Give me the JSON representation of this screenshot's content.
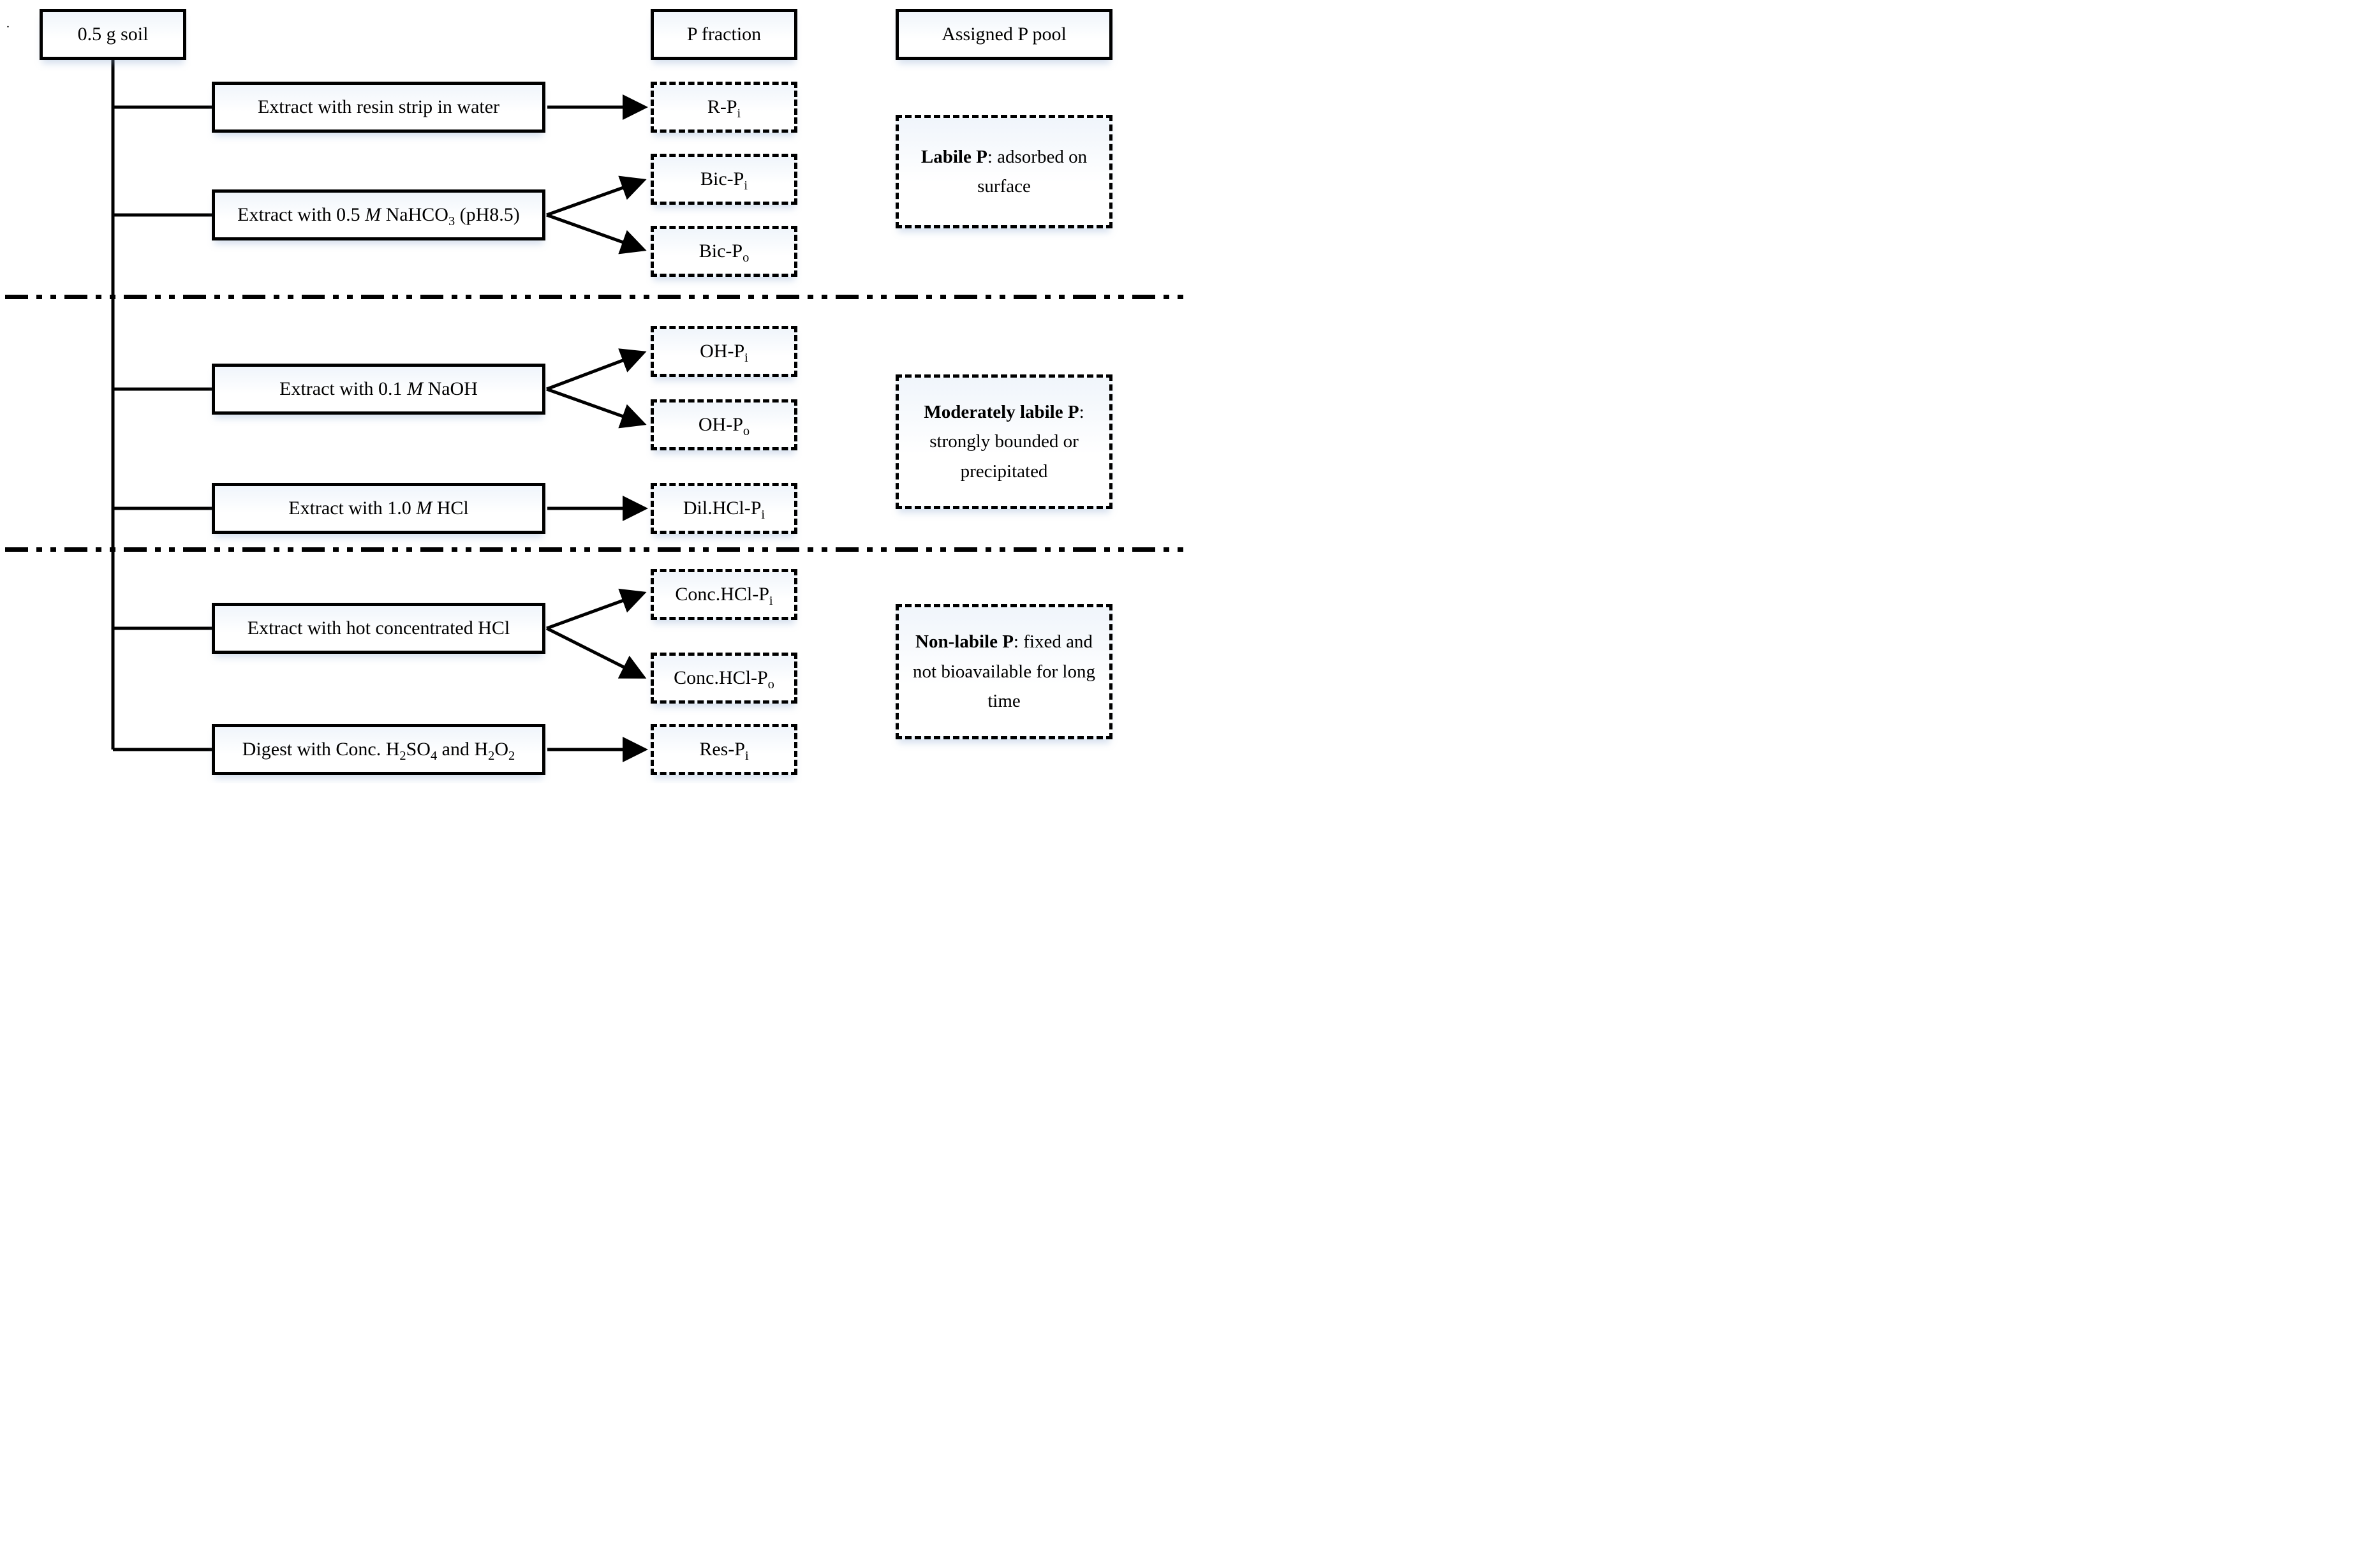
{
  "colors": {
    "ink": "#000000",
    "background": "#ffffff",
    "box_shadow_tint": "#8caad2"
  },
  "stray_mark": ".",
  "soil": {
    "label": "0.5 g soil"
  },
  "headers": {
    "fraction": "P fraction",
    "pool": "Assigned P pool"
  },
  "extractions": [
    {
      "text": "Extract with resin strip in water"
    },
    {
      "p1": "Extract with 0.5 ",
      "m": "M",
      "p2": " NaHCO",
      "s1": "3",
      "p3": " (pH8.5)"
    },
    {
      "p1": "Extract with 0.1 ",
      "m": "M",
      "p2": " NaOH"
    },
    {
      "p1": "Extract with 1.0 ",
      "m": "M",
      "p2": " HCl"
    },
    {
      "text": "Extract with hot concentrated HCl"
    },
    {
      "p1": "Digest with Conc. H",
      "s1": "2",
      "p2": "SO",
      "s2": "4",
      "p3": " and H",
      "s3": "2",
      "p4": "O",
      "s4": "2"
    }
  ],
  "fractions": [
    {
      "base": "R-P",
      "sub": "i"
    },
    {
      "base": "Bic-P",
      "sub": "i"
    },
    {
      "base": "Bic-P",
      "sub": "o"
    },
    {
      "base": "OH-P",
      "sub": "i"
    },
    {
      "base": "OH-P",
      "sub": "o"
    },
    {
      "base": "Dil.HCl-P",
      "sub": "i"
    },
    {
      "base": "Conc.HCl-P",
      "sub": "i"
    },
    {
      "base": "Conc.HCl-P",
      "sub": "o"
    },
    {
      "base": "Res-P",
      "sub": "i"
    }
  ],
  "pools": [
    {
      "bold": "Labile P",
      "rest": ": adsorbed on surface"
    },
    {
      "bold": "Moderately labile P",
      "rest": ": strongly bounded or precipitated"
    },
    {
      "bold": "Non-labile P",
      "rest": ": fixed and not bioavailable for long time"
    }
  ]
}
